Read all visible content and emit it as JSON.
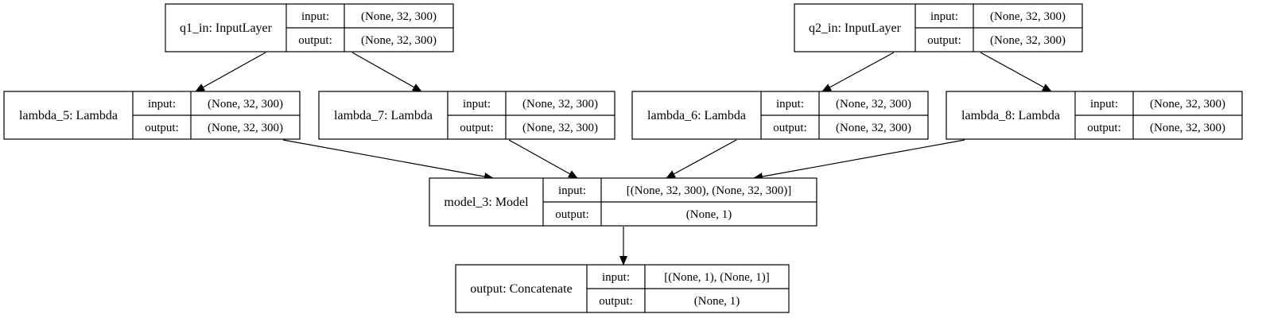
{
  "nodes": [
    {
      "id": "q1_in",
      "name": "q1_in: InputLayer",
      "input_label": "input:",
      "output_label": "output:",
      "input": "(None, 32, 300)",
      "output": "(None, 32, 300)"
    },
    {
      "id": "q2_in",
      "name": "q2_in: InputLayer",
      "input_label": "input:",
      "output_label": "output:",
      "input": "(None, 32, 300)",
      "output": "(None, 32, 300)"
    },
    {
      "id": "lambda_5",
      "name": "lambda_5: Lambda",
      "input_label": "input:",
      "output_label": "output:",
      "input": "(None, 32, 300)",
      "output": "(None, 32, 300)"
    },
    {
      "id": "lambda_7",
      "name": "lambda_7: Lambda",
      "input_label": "input:",
      "output_label": "output:",
      "input": "(None, 32, 300)",
      "output": "(None, 32, 300)"
    },
    {
      "id": "lambda_6",
      "name": "lambda_6: Lambda",
      "input_label": "input:",
      "output_label": "output:",
      "input": "(None, 32, 300)",
      "output": "(None, 32, 300)"
    },
    {
      "id": "lambda_8",
      "name": "lambda_8: Lambda",
      "input_label": "input:",
      "output_label": "output:",
      "input": "(None, 32, 300)",
      "output": "(None, 32, 300)"
    },
    {
      "id": "model_3",
      "name": "model_3: Model",
      "input_label": "input:",
      "output_label": "output:",
      "input": "[(None, 32, 300), (None, 32, 300)]",
      "output": "(None, 1)"
    },
    {
      "id": "output",
      "name": "output: Concatenate",
      "input_label": "input:",
      "output_label": "output:",
      "input": "[(None, 1), (None, 1)]",
      "output": "(None, 1)"
    }
  ],
  "edges": [
    {
      "from": "q1_in",
      "to": "lambda_5"
    },
    {
      "from": "q1_in",
      "to": "lambda_7"
    },
    {
      "from": "q2_in",
      "to": "lambda_6"
    },
    {
      "from": "q2_in",
      "to": "lambda_8"
    },
    {
      "from": "lambda_5",
      "to": "model_3"
    },
    {
      "from": "lambda_7",
      "to": "model_3"
    },
    {
      "from": "lambda_6",
      "to": "model_3"
    },
    {
      "from": "lambda_8",
      "to": "model_3"
    },
    {
      "from": "model_3",
      "to": "output"
    }
  ]
}
